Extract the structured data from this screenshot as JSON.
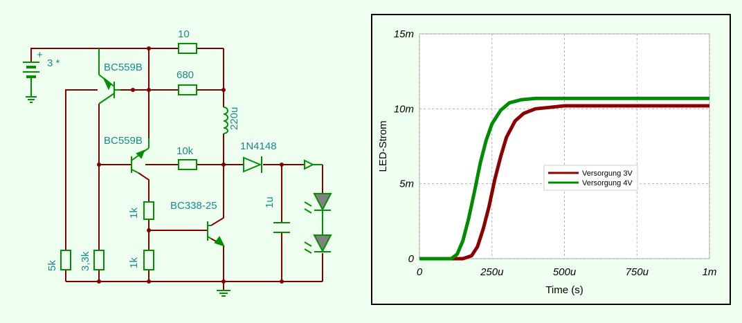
{
  "colors": {
    "background": "#efffef",
    "wire": "#800000",
    "component": "#009000",
    "label": "#1a8a8a"
  },
  "schematic": {
    "labels": {
      "battery": "3 *",
      "battery_plus": "+",
      "q1": "BC559B",
      "q2": "BC559B",
      "q3": "BC338-25",
      "r_top": "10",
      "r_680": "680",
      "r_10k": "10k",
      "inductor": "220u",
      "diode": "1N4148",
      "cap": "1u",
      "r_1k_a": "1k",
      "r_1k_b": "1k",
      "r_5k": "5k",
      "r_3k3": "3,3k"
    }
  },
  "chart_data": {
    "type": "line",
    "xlabel": "Time (s)",
    "ylabel": "LED-Strom",
    "xlim": [
      0,
      0.001
    ],
    "ylim": [
      0,
      0.015
    ],
    "xticks": [
      {
        "value": 0,
        "label": "0"
      },
      {
        "value": 0.00025,
        "label": "250u"
      },
      {
        "value": 0.0005,
        "label": "500u"
      },
      {
        "value": 0.00075,
        "label": "750u"
      },
      {
        "value": 0.001,
        "label": "1m"
      }
    ],
    "yticks": [
      {
        "value": 0,
        "label": "0"
      },
      {
        "value": 0.005,
        "label": "5m"
      },
      {
        "value": 0.01,
        "label": "10m"
      },
      {
        "value": 0.015,
        "label": "15m"
      }
    ],
    "grid": true,
    "legend_position": "center-right",
    "series": [
      {
        "name": "Versorgung 3V",
        "color": "#8b0000",
        "x": [
          0,
          0.00015,
          0.00018,
          0.0002,
          0.00022,
          0.00024,
          0.00026,
          0.00028,
          0.0003,
          0.00033,
          0.00036,
          0.0004,
          0.00045,
          0.0005,
          0.0006,
          0.0008,
          0.001
        ],
        "y": [
          0,
          0,
          0.0002,
          0.0008,
          0.002,
          0.0035,
          0.0053,
          0.0068,
          0.0081,
          0.0092,
          0.0097,
          0.01,
          0.0101,
          0.0102,
          0.0102,
          0.0102,
          0.0102
        ]
      },
      {
        "name": "Versorgung 4V",
        "color": "#008c00",
        "x": [
          0,
          0.00011,
          0.00013,
          0.00015,
          0.00017,
          0.00019,
          0.00021,
          0.00023,
          0.00025,
          0.00028,
          0.00031,
          0.00035,
          0.0004,
          0.00045,
          0.0005,
          0.0007,
          0.001
        ],
        "y": [
          0,
          0,
          0.0003,
          0.0012,
          0.0027,
          0.0045,
          0.0064,
          0.0079,
          0.009,
          0.0099,
          0.0104,
          0.0106,
          0.0107,
          0.0107,
          0.0107,
          0.0107,
          0.0107
        ]
      }
    ]
  }
}
